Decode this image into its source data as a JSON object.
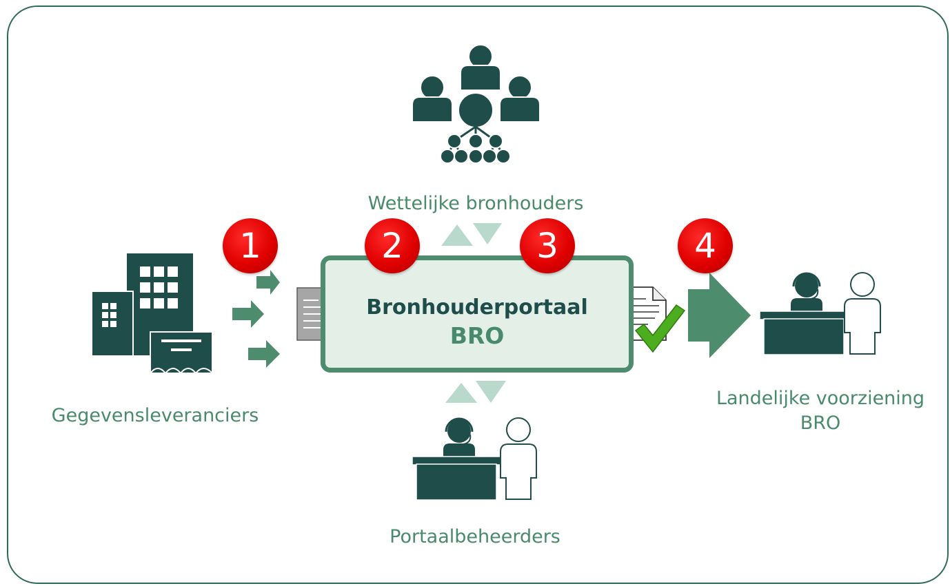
{
  "labels": {
    "top": "Wettelijke bronhouders",
    "left": "Gegevensleveranciers",
    "bottom": "Portaalbeheerders",
    "right_line1": "Landelijke voorziening",
    "right_line2": "BRO"
  },
  "portal": {
    "title": "Bronhouderportaal",
    "subtitle": "BRO"
  },
  "steps": [
    "1",
    "2",
    "3",
    "4"
  ],
  "icons": {
    "group": "people-hierarchy-icon",
    "building": "office-building-icon",
    "document": "document-icon",
    "approved_document": "document-check-icon",
    "helpdesk": "helpdesk-icon"
  },
  "colors": {
    "dark": "#1f4e4a",
    "accent": "#4e8c6e",
    "light_arrow": "#b8d9cb",
    "badge": "#e00000",
    "check": "#4cae1e"
  }
}
